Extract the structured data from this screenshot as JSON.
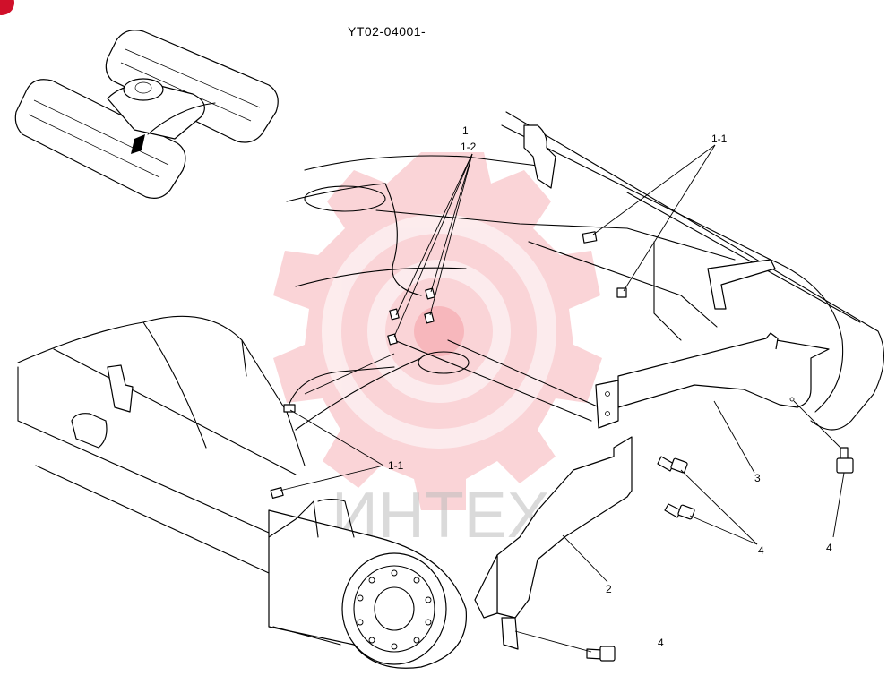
{
  "header": {
    "drawing_code": "YT02-04001-",
    "corner_badge_color": "#d0102a"
  },
  "watermark": {
    "text": "ИНТЕХ",
    "logo_icon": "gear-icon",
    "logo_color": "#f5a0a6"
  },
  "callouts": {
    "c1": "1",
    "c1_2": "1-2",
    "c1_1_right": "1-1",
    "c1_1_left": "1-1",
    "c2": "2",
    "c3": "3",
    "c4_mid": "4",
    "c4_right": "4",
    "c4_bottom": "4"
  }
}
